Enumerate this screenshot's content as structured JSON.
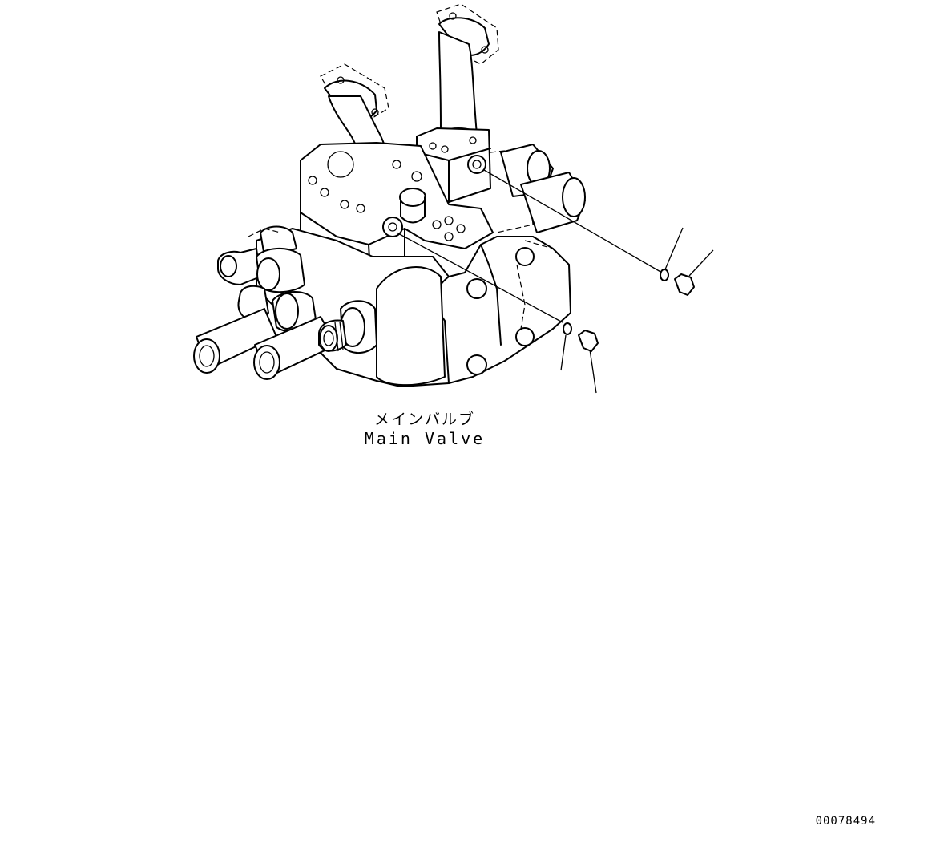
{
  "diagram": {
    "caption_jp": "メインバルブ",
    "caption_en": "Main Valve",
    "drawing_number": "00078494"
  }
}
